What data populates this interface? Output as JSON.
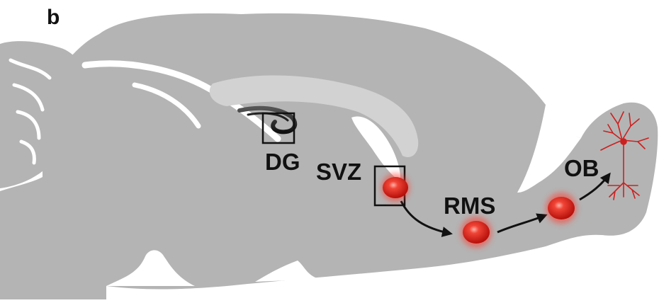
{
  "panel_label": "b",
  "labels": {
    "dg": "DG",
    "svz": "SVZ",
    "rms": "RMS",
    "ob": "OB"
  },
  "colors": {
    "background": "#ffffff",
    "brain": "#b4b4b4",
    "white_matter": "#d2d2d2",
    "text": "#111111",
    "cell": "#e0241a",
    "neuron": "#cc2020",
    "arrow": "#111111"
  }
}
